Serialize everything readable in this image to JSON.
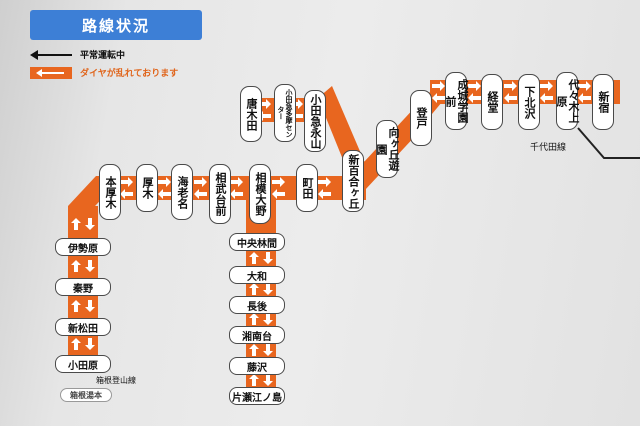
{
  "header": {
    "title": "路線状況"
  },
  "legend": {
    "normal_label": "平常運転中",
    "delay_label": "ダイヤが乱れております"
  },
  "colors": {
    "delay": "#e8661f",
    "normal": "#111111",
    "title_bg": "#3d7fd6"
  },
  "stations": {
    "shinjuku": "新宿",
    "yoyogi_uehara": "代々木上原",
    "shimokitazawa": "下北沢",
    "kyodo": "経堂",
    "seijogakuen_mae": "成城学園前",
    "noborito": "登戸",
    "mukogaoka_yuen": "向ヶ丘遊園",
    "shinyurigaoka": "新百合ヶ丘",
    "odakyu_nagayama": "小田急永山",
    "odakyu_tama_center": "小田急多摩センター",
    "karakida": "唐木田",
    "machida": "町田",
    "sagami_ono": "相模大野",
    "sobudaimae": "相武台前",
    "ebina": "海老名",
    "atsugi": "厚木",
    "hon_atsugi": "本厚木",
    "isehara": "伊勢原",
    "hadano": "秦野",
    "shin_matsuda": "新松田",
    "odawara": "小田原",
    "hakone_yumoto": "箱根湯本",
    "chuo_rinkan": "中央林間",
    "yamato": "大和",
    "chogo": "長後",
    "shonandai": "湘南台",
    "fujisawa": "藤沢",
    "katase_enoshima": "片瀬江ノ島"
  },
  "labels": {
    "chiyoda_line": "千代田線",
    "hakone_tozan_line": "箱根登山線"
  }
}
